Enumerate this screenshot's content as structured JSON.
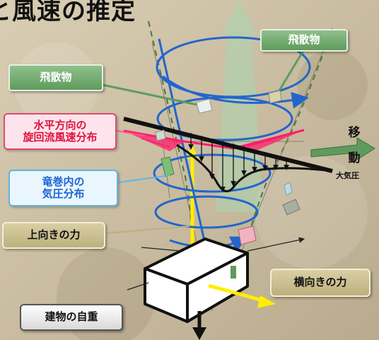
{
  "title": "と風速の推定",
  "labels": {
    "debris_top": "飛散物",
    "debris_left": "飛散物",
    "horizontal_wind_line1": "水平方向の",
    "horizontal_wind_line2": "旋回流風速分布",
    "pressure_line1": "竜巻内の",
    "pressure_line2": "気圧分布",
    "upward_force": "上向きの力",
    "sideways_force": "横向きの力",
    "building_weight": "建物の自重",
    "movement_line1": "移",
    "movement_line2": "動",
    "atmospheric_pressure": "大気圧"
  },
  "colors": {
    "vortex": "#2266cc",
    "wind_profile": "#ff1d6b",
    "pressure_curve": "#111111",
    "upward_arrow": "#ffee00",
    "sideways_arrow": "#ffee00",
    "movement_arrow": "#5f9b5c",
    "updraft_arrow": "#9fd0a4"
  }
}
